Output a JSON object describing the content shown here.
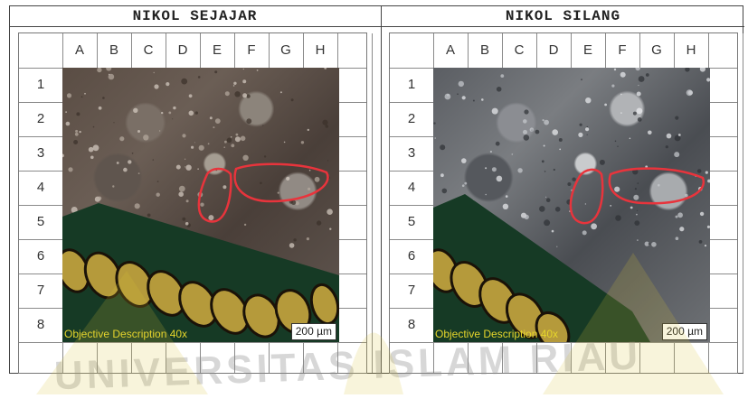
{
  "panels": [
    {
      "title": "NIKOL SEJAJAR",
      "caption": "Objective Description 40x",
      "scale": "200 µm"
    },
    {
      "title": "NIKOL SILANG",
      "caption": "Objective Description 40x",
      "scale": "200 µm"
    }
  ],
  "grid": {
    "columns": [
      "A",
      "B",
      "C",
      "D",
      "E",
      "F",
      "G",
      "H"
    ],
    "rows": [
      "1",
      "2",
      "3",
      "4",
      "5",
      "6",
      "7",
      "8"
    ]
  },
  "watermark": {
    "text": "UNIVERSITAS ISLAM RIAU"
  },
  "colors": {
    "annotation": "#e8343c",
    "caption": "#e6d62b",
    "fossil_band": "#163a25",
    "grains": "#b59a3b"
  }
}
